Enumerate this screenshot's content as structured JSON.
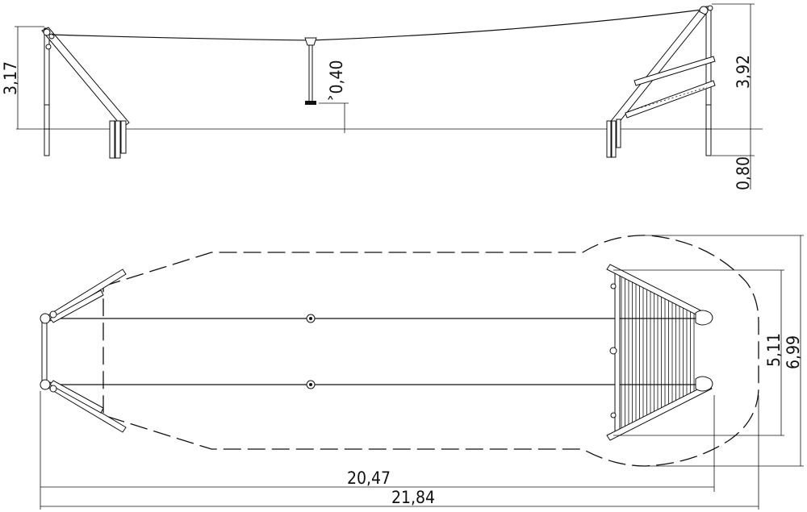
{
  "elevation": {
    "dims": {
      "height_left": "3,17",
      "clearance": "˃0,40",
      "height_right": "3,92",
      "depth": "0,80"
    }
  },
  "plan": {
    "dims": {
      "inner_length": "20,47",
      "outer_length": "21,84",
      "inner_width": "5,11",
      "outer_width": "6,99"
    }
  }
}
